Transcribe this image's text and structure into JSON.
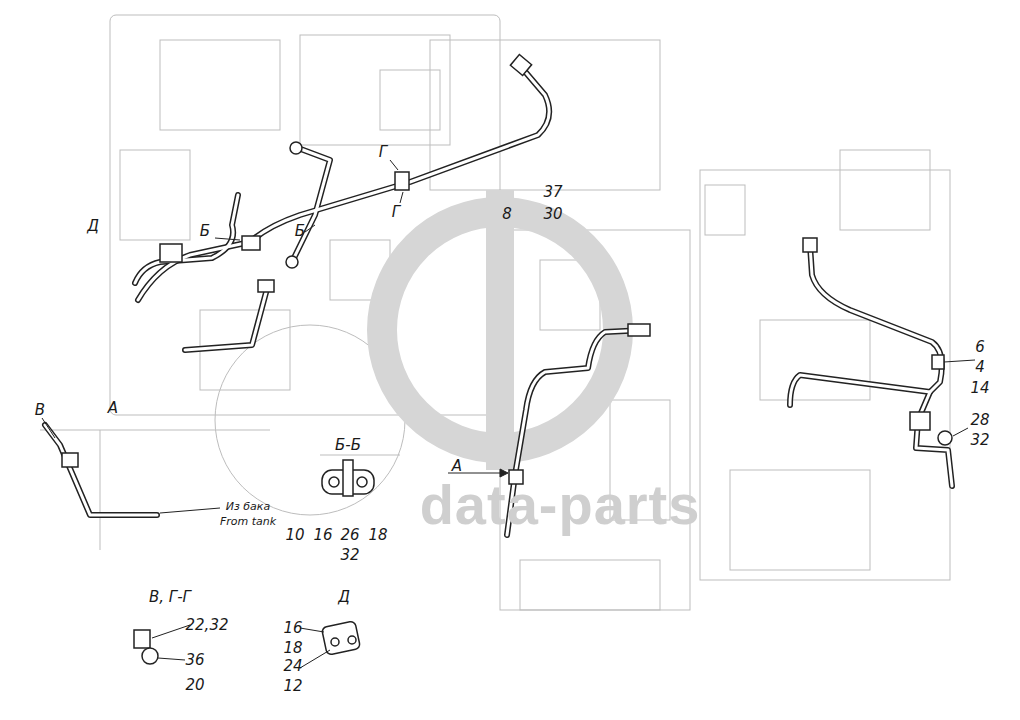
{
  "diagram": {
    "labels": [
      "Д",
      "Б",
      "Б",
      "Г",
      "Г",
      "37",
      "30",
      "8",
      "6",
      "4",
      "14",
      "28",
      "32",
      "В",
      "А",
      "Из бака",
      "From tank",
      "Б-Б",
      "10",
      "16",
      "26",
      "18",
      "32",
      "А",
      "В, Г-Г",
      "22,32",
      "36",
      "20",
      "Д",
      "16",
      "18",
      "24",
      "12",
      "data-parts"
    ]
  }
}
